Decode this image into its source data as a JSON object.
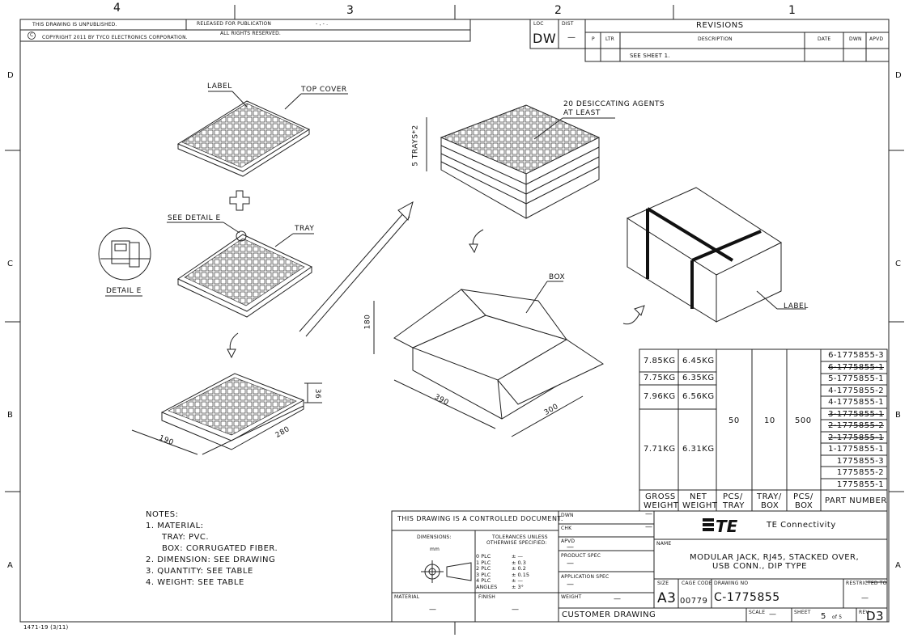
{
  "zones": {
    "top": [
      "4",
      "3",
      "2",
      "1"
    ],
    "side": [
      "D",
      "C",
      "B",
      "A"
    ]
  },
  "header": {
    "unpublished": "THIS DRAWING IS UNPUBLISHED.",
    "released": "RELEASED FOR PUBLICATION",
    "released_val": "- , -  .",
    "copyright_sym": "C",
    "copyright": "COPYRIGHT  2011    BY TYCO ELECTRONICS CORPORATION.",
    "rights": "ALL RIGHTS RESERVED."
  },
  "loc": {
    "loc_label": "LOC",
    "loc_val": "DW",
    "dist_label": "DIST",
    "dist_val": "—"
  },
  "revisions": {
    "title": "REVISIONS",
    "cols": [
      "P",
      "LTR",
      "DESCRIPTION",
      "DATE",
      "DWN",
      "APVD"
    ],
    "row_desc": "SEE SHEET 1."
  },
  "drawing": {
    "label_top": "LABEL",
    "top_cover": "TOP COVER",
    "see_detail": "SEE DETAIL E",
    "tray": "TRAY",
    "detail_e": "DETAIL E",
    "desiccant_1": "20 DESICCATING AGENTS",
    "desiccant_2": "AT LEAST",
    "trays_x2": "5 TRAYS*2",
    "box": "BOX",
    "label_box": "LABEL",
    "dim_36": "36",
    "dim_190": "190",
    "dim_280": "280",
    "dim_180": "180",
    "dim_390": "390",
    "dim_300": "300"
  },
  "table": {
    "rows": [
      {
        "gross": "7.85KG",
        "net": "6.45KG"
      },
      {
        "gross": "7.75KG",
        "net": "6.35KG"
      },
      {
        "gross": "7.96KG",
        "net": "6.56KG"
      },
      {
        "gross": "7.71KG",
        "net": "6.31KG"
      }
    ],
    "pcs_tray": "50",
    "tray_box": "10",
    "pcs_box": "500",
    "parts": [
      {
        "pn": "6-1775855-3",
        "struck": false
      },
      {
        "pn": "6-1775855-1",
        "struck": true
      },
      {
        "pn": "5-1775855-1",
        "struck": false
      },
      {
        "pn": "4-1775855-2",
        "struck": false
      },
      {
        "pn": "4-1775855-1",
        "struck": false
      },
      {
        "pn": "3-1775855-1",
        "struck": true
      },
      {
        "pn": "2-1775855-2",
        "struck": true
      },
      {
        "pn": "2-1775855-1",
        "struck": true
      },
      {
        "pn": "1-1775855-1",
        "struck": false
      },
      {
        "pn": "1775855-3",
        "struck": false
      },
      {
        "pn": "1775855-2",
        "struck": false
      },
      {
        "pn": "1775855-1",
        "struck": false
      }
    ],
    "head": {
      "gross": [
        "GROSS",
        "WEIGHT"
      ],
      "net": [
        "NET",
        "WEIGHT"
      ],
      "pcs_tray": [
        "PCS/",
        "TRAY"
      ],
      "tray_box": [
        "TRAY/",
        "BOX"
      ],
      "pcs_box": [
        "PCS/",
        "BOX"
      ],
      "part": "PART NUMBER"
    }
  },
  "notes": {
    "title": "NOTES:",
    "lines": [
      "1. MATERIAL:",
      "TRAY: PVC.",
      "BOX: CORRUGATED FIBER.",
      "2. DIMENSION: SEE DRAWING",
      "3. QUANTITY: SEE TABLE",
      "4. WEIGHT: SEE TABLE"
    ]
  },
  "titleblock": {
    "controlled": "THIS DRAWING IS A CONTROLLED DOCUMENT.",
    "dimensions": "DIMENSIONS:",
    "dim_unit": "mm",
    "tol_1": "TOLERANCES UNLESS",
    "tol_2": "OTHERWISE SPECIFIED:",
    "tols": [
      {
        "k": "0 PLC",
        "v": "±  —"
      },
      {
        "k": "1 PLC",
        "v": "± 0.3"
      },
      {
        "k": "2 PLC",
        "v": "± 0.2"
      },
      {
        "k": "3 PLC",
        "v": "± 0.15"
      },
      {
        "k": "4 PLC",
        "v": "±  —"
      },
      {
        "k": "ANGLES",
        "v": "± 3°"
      }
    ],
    "material": "MATERIAL",
    "finish": "FINISH",
    "dwn": "DWN",
    "chk": "CHK",
    "apvd": "APVD",
    "product_spec": "PRODUCT SPEC",
    "application_spec": "APPLICATION SPEC",
    "weight": "WEIGHT",
    "dash": "—",
    "company": "TE Connectivity",
    "name_label": "NAME",
    "name_1": "MODULAR JACK, RJ45, STACKED OVER,",
    "name_2": "USB CONN., DIP TYPE",
    "size_label": "SIZE",
    "size": "A3",
    "cage_label": "CAGE CODE",
    "cage": "00779",
    "dwgno_label": "DRAWING NO",
    "dwgno": "C-1775855",
    "restricted": "RESTRICTED TO",
    "customer": "CUSTOMER DRAWING",
    "scale_label": "SCALE",
    "sheet_label": "SHEET",
    "sheet_val": "5",
    "sheet_of": "of 5",
    "rev_label": "REV",
    "rev": "D3",
    "form": "1471-19  (3/11)"
  }
}
